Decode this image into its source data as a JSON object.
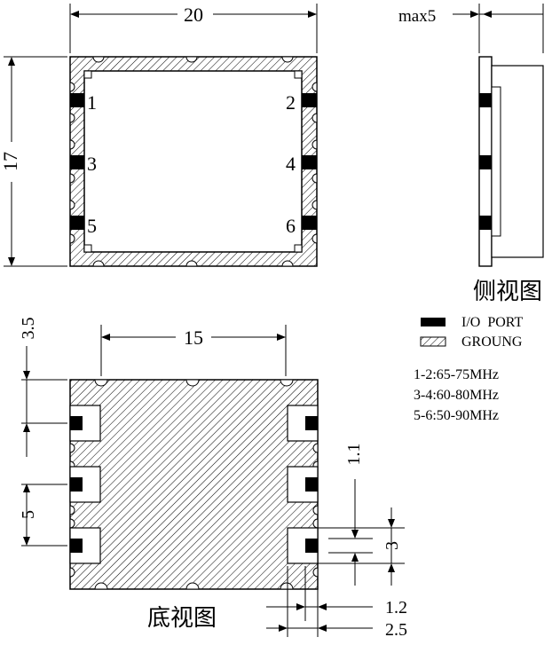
{
  "top_view": {
    "width_label": "20",
    "height_label": "17",
    "pins": [
      "1",
      "2",
      "3",
      "4",
      "5",
      "6"
    ]
  },
  "side_view": {
    "thickness_label": "max5",
    "title": "侧视图"
  },
  "legend": {
    "io_label": "I/O  PORT",
    "ground_label": "GROUNG"
  },
  "specs": [
    "1-2:65-75MHz",
    "3-4:60-80MHz",
    "5-6:50-90MHz"
  ],
  "bottom_view": {
    "pad_span_label": "15",
    "top_offset_label": "3.5",
    "pitch_label": "5",
    "pad_slot_label": "1.1",
    "pad_height_label": "3",
    "slot_width_label": "1.2",
    "pad_width_label": "2.5",
    "title": "底视图"
  },
  "colors": {
    "ink": "#000000",
    "paper": "#ffffff"
  }
}
